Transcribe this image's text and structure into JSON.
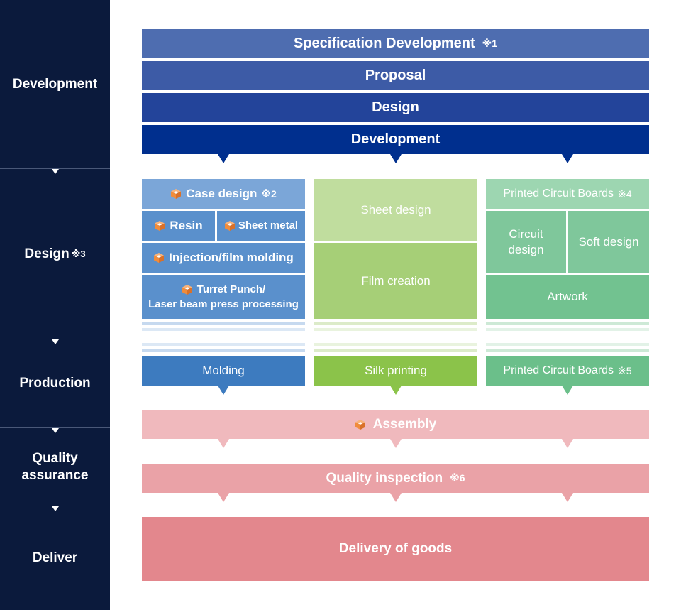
{
  "stages": {
    "development": "Development",
    "design": "Design",
    "design_note": "※3",
    "production": "Production",
    "quality_1": "Quality",
    "quality_2": "assurance",
    "deliver": "Deliver"
  },
  "flow": {
    "spec": "Specification Development",
    "spec_note": "※1",
    "proposal": "Proposal",
    "design": "Design",
    "development": "Development"
  },
  "case_column": {
    "case_design": "Case design",
    "case_design_note": "※2",
    "resin": "Resin",
    "sheet_metal": "Sheet metal",
    "injection": "Injection/film molding",
    "turret_1": "Turret Punch/",
    "turret_2": "Laser beam press processing",
    "molding": "Molding"
  },
  "sheet_column": {
    "sheet_design": "Sheet design",
    "film_creation": "Film creation",
    "silk_printing": "Silk printing"
  },
  "pcb_column": {
    "pcb_design": "Printed Circuit Boards",
    "pcb_design_note": "※4",
    "circuit_1": "Circuit",
    "circuit_2": "design",
    "soft_design": "Soft design",
    "artwork": "Artwork",
    "pcb_production": "Printed Circuit Boards",
    "pcb_production_note": "※5"
  },
  "assembly": "Assembly",
  "quality": {
    "label": "Quality inspection",
    "note": "※6"
  },
  "delivery": "Delivery of goods",
  "colors": {
    "sidebar": "#0b1a3c",
    "dev_1": "#4e6db0",
    "dev_2": "#3d5ba6",
    "dev_3": "#23449a",
    "dev_4": "#002f8e",
    "case_light": "#7ba6d8",
    "case_mid": "#5a90cc",
    "case_dark": "#3d7bbf",
    "sheet_light": "#c0dd9e",
    "sheet_mid": "#a6cf77",
    "sheet_dark": "#8bc34a",
    "pcb_light": "#9dd6b1",
    "pcb_mid": "#7fc79b",
    "pcb_dark": "#6bbf8a",
    "assembly": "#f0b9bd",
    "quality": "#eaa2a7",
    "delivery": "#e3878d",
    "cube": "#f08c3c"
  }
}
